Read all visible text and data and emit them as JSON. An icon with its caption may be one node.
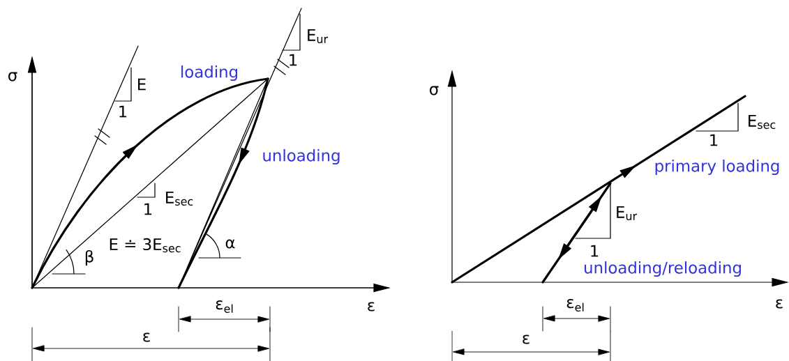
{
  "diagram": {
    "labels": [
      "E$_{ur}$",
      "1",
      "σ",
      "loading",
      "E",
      "1",
      "unloading",
      "E$_{sec}$",
      "1",
      "E ≐ 3E$_{sec}$",
      "α",
      "β",
      "ε",
      "ε$_{el}$",
      "ε",
      "σ",
      "E$_{sec}$",
      "1",
      "primary loading",
      "E$_{ur}$",
      "1",
      "unloading/reloading",
      "ε",
      "ε$_{el}$",
      "ε"
    ]
  }
}
